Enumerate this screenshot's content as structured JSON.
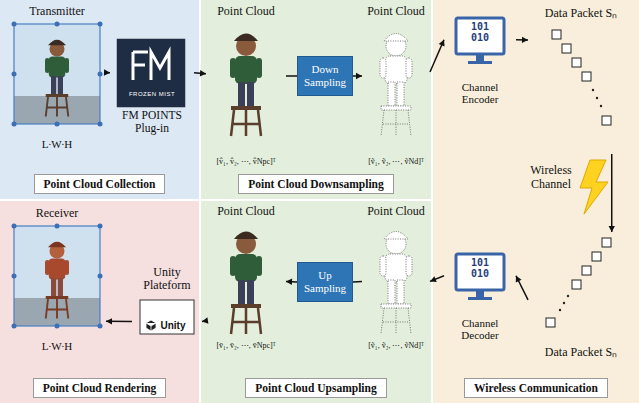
{
  "diagram": {
    "nodes": [
      {
        "text": [
          "Point Cloud Collection"
        ]
      },
      {
        "text": [
          "Transmitter",
          "L∙W∙H"
        ],
        "in": 0
      },
      {
        "text": [
          "FROZEN MIST",
          "FM POINTS Plug-in"
        ],
        "in": 0
      },
      {
        "text": [
          "Point Cloud Downsampling"
        ]
      },
      {
        "text": [
          "Point Cloud",
          "[v̂₁, v̂₂, ⋯, v̂Npc]ᵀ"
        ],
        "in": 3
      },
      {
        "text": [
          "Down Sampling"
        ],
        "in": 3
      },
      {
        "text": [
          "Point Cloud",
          "[ṽ₁, ṽ₂, ⋯, ṽNd]ᵀ"
        ],
        "in": 3
      },
      {
        "text": [
          "Wireless Communication"
        ]
      },
      {
        "text": [
          "101 010",
          "Channel Encoder"
        ],
        "in": 7
      },
      {
        "text": [
          "Data Packet Sₙ"
        ],
        "in": 7
      },
      {
        "text": [
          "Data Packet Sₙ"
        ],
        "in": 7
      },
      {
        "text": [
          "101 010",
          "Channel Decoder"
        ],
        "in": 7
      },
      {
        "text": [
          "Point Cloud Rendering"
        ]
      },
      {
        "text": [
          "Receiver",
          "L∙W∙H"
        ],
        "in": 12
      },
      {
        "text": [
          "Unity Plateform",
          "Unity"
        ],
        "in": 12
      },
      {
        "text": [
          "Point Cloud Upsampling"
        ]
      },
      {
        "text": [
          "Point Cloud",
          "[v̄₁, v̄₂, ⋯, v̄Npc]ᵀ"
        ],
        "in": 15
      },
      {
        "text": [
          "Up Sampling"
        ],
        "in": 15
      },
      {
        "text": [
          "Point Cloud",
          "[ṽ₁, ṽ₂, ⋯, ṽNd]ᵀ"
        ],
        "in": 15
      }
    ],
    "edges": [
      {
        "from": 1,
        "to": 2,
        "arrow": "to"
      },
      {
        "from": 2,
        "to": 4,
        "arrow": "to"
      },
      {
        "from": 4,
        "to": 5,
        "arrow": "none"
      },
      {
        "from": 5,
        "to": 6,
        "arrow": "to"
      },
      {
        "from": 6,
        "to": 8,
        "arrow": "to"
      },
      {
        "from": 8,
        "to": 9,
        "arrow": "to"
      },
      {
        "from": 9,
        "to": 10,
        "label": "Wireless Channel",
        "arrow": "to"
      },
      {
        "from": 10,
        "to": 11,
        "arrow": "to"
      },
      {
        "from": 11,
        "to": 18,
        "arrow": "to"
      },
      {
        "from": 18,
        "to": 17,
        "arrow": "none"
      },
      {
        "from": 17,
        "to": 16,
        "arrow": "to"
      },
      {
        "from": 16,
        "to": 14,
        "arrow": "to"
      },
      {
        "from": 14,
        "to": 13,
        "arrow": "to"
      }
    ]
  }
}
